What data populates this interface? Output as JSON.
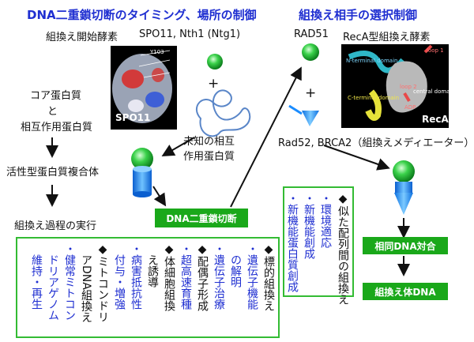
{
  "titles": {
    "left": "DNA二重鎖切断のタイミング、場所の制御",
    "right": "組換え相手の選択制御"
  },
  "left_panel": {
    "enzyme_label": "組換え開始酵素",
    "enzyme_names": "SPO11, Nth1 (Ntg1)",
    "spo11_caption": "SPO11",
    "spo11_tag": "Y103",
    "core_protein": [
      "コア蛋白質",
      "と",
      "相互作用蛋白質"
    ],
    "unknown_partner": [
      "未知の相互",
      "作用蛋白質"
    ],
    "active_complex": "活性型蛋白質複合体",
    "execution": "組換え過程の実行",
    "dsb": "DNA二重鎖切断",
    "plus": "+"
  },
  "right_panel": {
    "rad51": "RAD51",
    "reca_label": "RecA型組換え酵素",
    "reca_caption": "RecA",
    "reca_domains": [
      "N-terminal domain",
      "C-terminal domain",
      "central domain",
      "loop 1",
      "loop 2",
      "ADP"
    ],
    "mediators": "Rad52,  BRCA2（組換えメディエーター）",
    "homologous_pairing": "相同DNA対合",
    "recombinant_dna": "組換え体DNA",
    "plus": "+"
  },
  "bottom_box_columns": [
    {
      "text": "◆標的組換え",
      "color": "black"
    },
    {
      "text": "・遺伝子機能",
      "color": "blue"
    },
    {
      "text": "　の解明",
      "color": "blue"
    },
    {
      "text": "・遺伝子治療",
      "color": "blue"
    },
    {
      "text": "◆配偶子形成",
      "color": "black"
    },
    {
      "text": "・超高速育種",
      "color": "blue"
    },
    {
      "text": "◆体細胞組換",
      "color": "black"
    },
    {
      "text": "　え誘導",
      "color": "black"
    },
    {
      "text": "・病害抵抗性",
      "color": "blue"
    },
    {
      "text": "　付与・増強",
      "color": "blue"
    },
    {
      "text": "◆ミトコンドリ",
      "color": "black"
    },
    {
      "text": "　アDNA組換え",
      "color": "black"
    },
    {
      "text": "・健常ミトコン",
      "color": "blue"
    },
    {
      "text": "　ドリアゲノム",
      "color": "blue"
    },
    {
      "text": "　維持・再生",
      "color": "blue"
    }
  ],
  "right_box_columns": [
    {
      "text": "◆似た配列間の組換え",
      "color": "black"
    },
    {
      "text": "・環境適応",
      "color": "blue"
    },
    {
      "text": "・新機能創成",
      "color": "blue"
    },
    {
      "text": "・新機能蛋白質創成",
      "color": "blue"
    }
  ],
  "colors": {
    "title_blue": "#1f2fd1",
    "box_green": "#1aa81a",
    "frame_green": "#33bb33",
    "protein_green": "#22cc44",
    "cylinder_blue": "#1a8cff"
  }
}
